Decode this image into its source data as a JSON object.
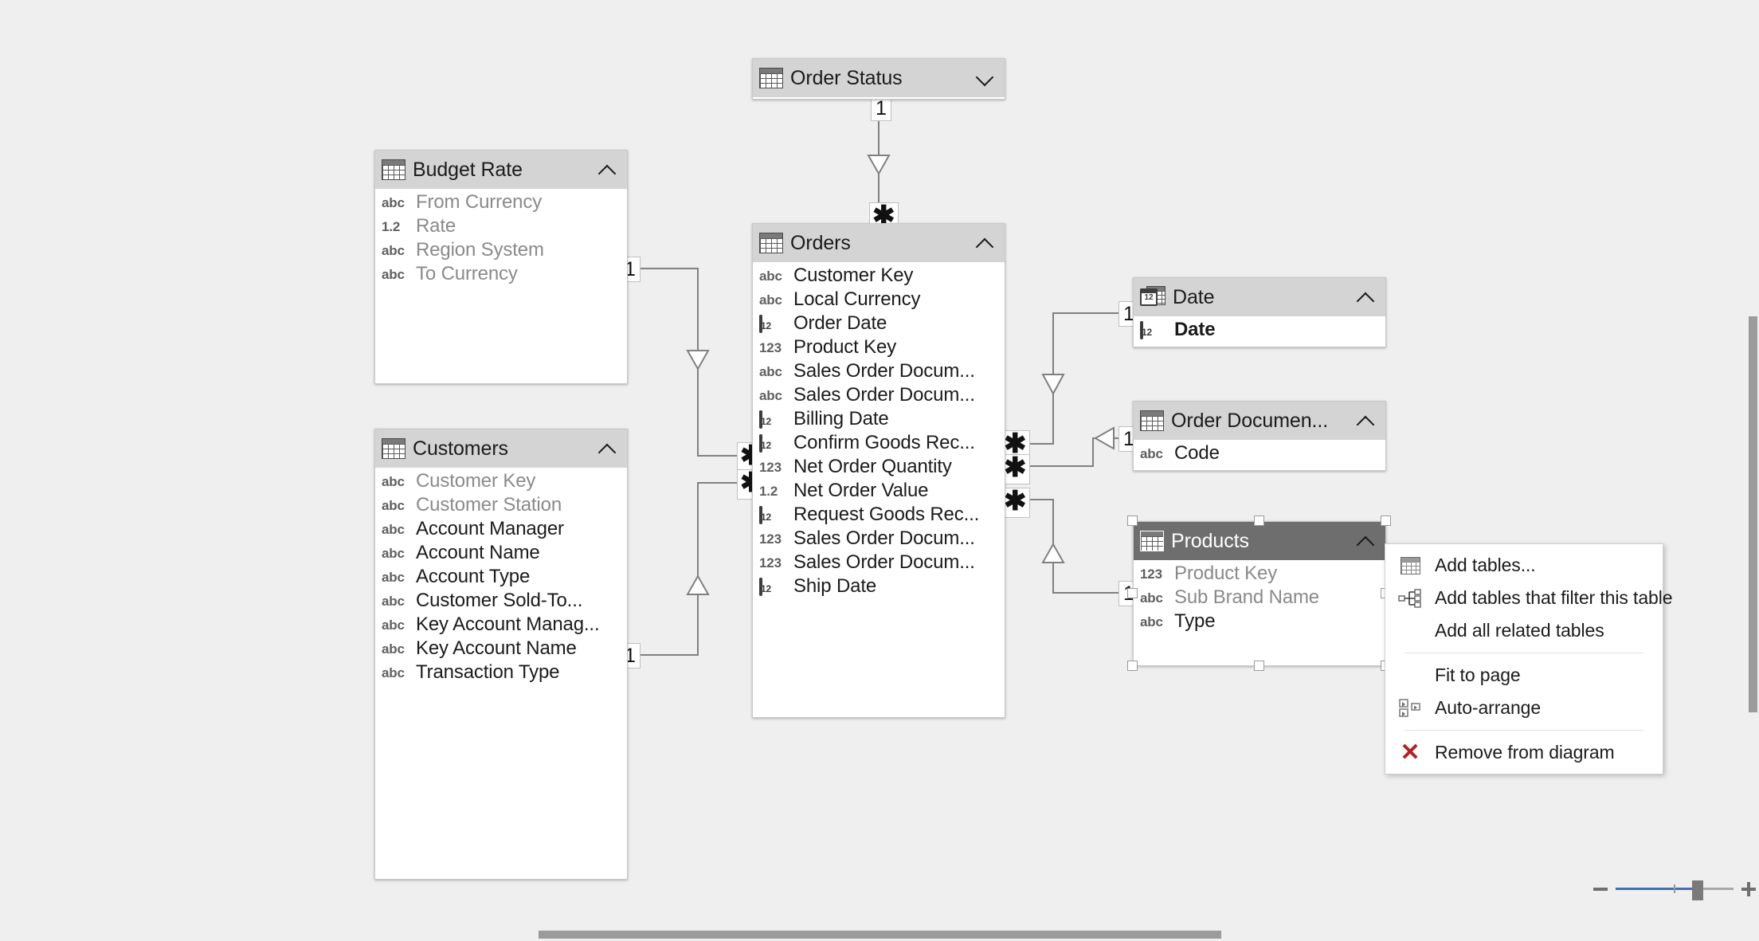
{
  "canvas": {
    "background": "#efefef",
    "header_bg": "#d4d4d4",
    "selected_header_bg": "#6e6e6e",
    "line_color": "#808080",
    "accent": "#4a6fa8",
    "remove_icon_color": "#b32020"
  },
  "tables": [
    {
      "id": "order-status",
      "name": "Order Status",
      "header_icon": "table-icon",
      "chevron": "chevron-down-icon",
      "collapsed": true,
      "selected": false,
      "fields": []
    },
    {
      "id": "budget-rate",
      "name": "Budget Rate",
      "header_icon": "table-icon",
      "chevron": "chevron-up-icon",
      "collapsed": false,
      "selected": false,
      "fields": [
        {
          "type": "abc",
          "label": "From Currency",
          "dim": true,
          "bold": false
        },
        {
          "type": "1.2",
          "label": "Rate",
          "dim": true,
          "bold": false
        },
        {
          "type": "abc",
          "label": "Region System",
          "dim": true,
          "bold": false
        },
        {
          "type": "abc",
          "label": "To Currency",
          "dim": true,
          "bold": false
        }
      ]
    },
    {
      "id": "customers",
      "name": "Customers",
      "header_icon": "table-icon",
      "chevron": "chevron-up-icon",
      "collapsed": false,
      "selected": false,
      "fields": [
        {
          "type": "abc",
          "label": "Customer Key",
          "dim": true,
          "bold": false
        },
        {
          "type": "abc",
          "label": "Customer Station",
          "dim": true,
          "bold": false
        },
        {
          "type": "abc",
          "label": "Account Manager",
          "dim": false,
          "bold": false
        },
        {
          "type": "abc",
          "label": "Account Name",
          "dim": false,
          "bold": false
        },
        {
          "type": "abc",
          "label": "Account Type",
          "dim": false,
          "bold": false
        },
        {
          "type": "abc",
          "label": "Customer Sold-To...",
          "dim": false,
          "bold": false
        },
        {
          "type": "abc",
          "label": "Key Account Manag...",
          "dim": false,
          "bold": false
        },
        {
          "type": "abc",
          "label": "Key Account Name",
          "dim": false,
          "bold": false
        },
        {
          "type": "abc",
          "label": "Transaction Type",
          "dim": false,
          "bold": false
        }
      ]
    },
    {
      "id": "orders",
      "name": "Orders",
      "header_icon": "table-icon",
      "chevron": "chevron-up-icon",
      "collapsed": false,
      "selected": false,
      "fields": [
        {
          "type": "abc",
          "label": "Customer Key",
          "dim": false,
          "bold": false
        },
        {
          "type": "abc",
          "label": "Local Currency",
          "dim": false,
          "bold": false
        },
        {
          "type": "cal",
          "label": "Order Date",
          "dim": false,
          "bold": false
        },
        {
          "type": "123",
          "label": "Product Key",
          "dim": false,
          "bold": false
        },
        {
          "type": "abc",
          "label": "Sales Order Docum...",
          "dim": false,
          "bold": false
        },
        {
          "type": "abc",
          "label": "Sales Order Docum...",
          "dim": false,
          "bold": false
        },
        {
          "type": "cal",
          "label": "Billing Date",
          "dim": false,
          "bold": false
        },
        {
          "type": "cal",
          "label": "Confirm Goods Rec...",
          "dim": false,
          "bold": false
        },
        {
          "type": "123",
          "label": "Net Order Quantity",
          "dim": false,
          "bold": false
        },
        {
          "type": "1.2",
          "label": "Net Order Value",
          "dim": false,
          "bold": false
        },
        {
          "type": "cal",
          "label": "Request Goods Rec...",
          "dim": false,
          "bold": false
        },
        {
          "type": "123",
          "label": "Sales Order Docum...",
          "dim": false,
          "bold": false
        },
        {
          "type": "123",
          "label": "Sales Order Docum...",
          "dim": false,
          "bold": false
        },
        {
          "type": "cal",
          "label": "Ship Date",
          "dim": false,
          "bold": false
        }
      ]
    },
    {
      "id": "date",
      "name": "Date",
      "header_icon": "date-table-icon",
      "chevron": "chevron-up-icon",
      "collapsed": false,
      "selected": false,
      "fields": [
        {
          "type": "cal",
          "label": "Date",
          "dim": false,
          "bold": true
        }
      ]
    },
    {
      "id": "order-document",
      "name": "Order Documen...",
      "header_icon": "table-icon",
      "chevron": "chevron-up-icon",
      "collapsed": false,
      "selected": false,
      "fields": [
        {
          "type": "abc",
          "label": "Code",
          "dim": false,
          "bold": false
        }
      ]
    },
    {
      "id": "products",
      "name": "Products",
      "header_icon": "table-icon",
      "chevron": "chevron-up-icon",
      "collapsed": false,
      "selected": true,
      "fields": [
        {
          "type": "123",
          "label": "Product Key",
          "dim": true,
          "bold": false
        },
        {
          "type": "abc",
          "label": "Sub Brand Name",
          "dim": true,
          "bold": false
        },
        {
          "type": "abc",
          "label": "Type",
          "dim": false,
          "bold": false
        }
      ]
    }
  ],
  "relationships": [
    {
      "from": "Order Status",
      "to": "Orders",
      "from_cardinality": "1",
      "to_cardinality": "*"
    },
    {
      "from": "Budget Rate",
      "to": "Orders",
      "from_cardinality": "1",
      "to_cardinality": "*"
    },
    {
      "from": "Customers",
      "to": "Orders",
      "from_cardinality": "1",
      "to_cardinality": "*"
    },
    {
      "from": "Date",
      "to": "Orders",
      "from_cardinality": "1",
      "to_cardinality": "*"
    },
    {
      "from": "Order Document",
      "to": "Orders",
      "from_cardinality": "1",
      "to_cardinality": "*"
    },
    {
      "from": "Products",
      "to": "Orders",
      "from_cardinality": "1",
      "to_cardinality": "*"
    }
  ],
  "context_menu": {
    "items": [
      {
        "label": "Add tables...",
        "icon": "table-icon",
        "separator_after": false
      },
      {
        "label": "Add tables that filter this table",
        "icon": "filter-tree-icon",
        "separator_after": false
      },
      {
        "label": "Add all related tables",
        "icon": "none",
        "separator_after": true
      },
      {
        "label": "Fit to page",
        "icon": "none",
        "separator_after": false
      },
      {
        "label": "Auto-arrange",
        "icon": "auto-arrange-icon",
        "separator_after": true
      },
      {
        "label": "Remove from diagram",
        "icon": "remove-x-icon",
        "separator_after": false
      }
    ]
  },
  "zoom_control": {
    "minus_label": "zoom-out",
    "plus_label": "zoom-in"
  }
}
